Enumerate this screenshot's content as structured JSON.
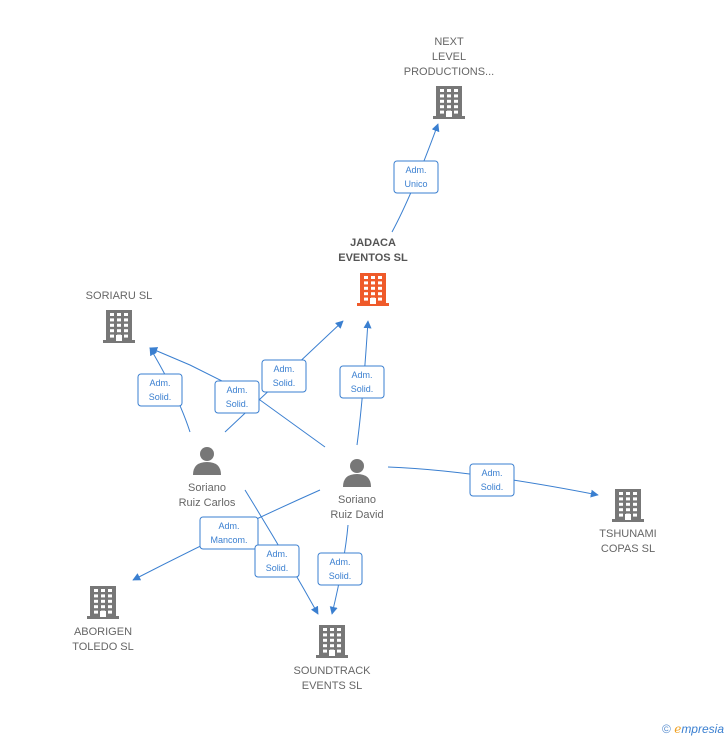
{
  "colors": {
    "edge": "#3a7fd0",
    "company": "#777777",
    "company_main": "#ef5a2a",
    "person": "#777777"
  },
  "nodes": [
    {
      "id": "next",
      "type": "company",
      "label": [
        "NEXT",
        "LEVEL",
        "PRODUCTIONS..."
      ]
    },
    {
      "id": "jadaca",
      "type": "company-main",
      "label": [
        "JADACA",
        "EVENTOS  SL"
      ]
    },
    {
      "id": "soriaru",
      "type": "company",
      "label": [
        "SORIARU SL"
      ]
    },
    {
      "id": "carlos",
      "type": "person",
      "label": [
        "Soriano",
        "Ruiz Carlos"
      ]
    },
    {
      "id": "david",
      "type": "person",
      "label": [
        "Soriano",
        "Ruiz David"
      ]
    },
    {
      "id": "tshunami",
      "type": "company",
      "label": [
        "TSHUNAMI",
        "COPAS SL"
      ]
    },
    {
      "id": "aborigen",
      "type": "company",
      "label": [
        "ABORIGEN",
        "TOLEDO SL"
      ]
    },
    {
      "id": "soundtrack",
      "type": "company",
      "label": [
        "SOUNDTRACK",
        "EVENTS  SL"
      ]
    }
  ],
  "edges": [
    {
      "from": "jadaca",
      "to": "next",
      "label": [
        "Adm.",
        "Unico"
      ]
    },
    {
      "from": "carlos",
      "to": "soriaru",
      "label": [
        "Adm.",
        "Solid."
      ]
    },
    {
      "from": "david",
      "to": "soriaru",
      "label": [
        "Adm.",
        "Solid."
      ]
    },
    {
      "from": "carlos",
      "to": "jadaca",
      "label": [
        "Adm.",
        "Solid."
      ]
    },
    {
      "from": "david",
      "to": "jadaca",
      "label": [
        "Adm.",
        "Solid."
      ]
    },
    {
      "from": "david",
      "to": "tshunami",
      "label": [
        "Adm.",
        "Solid."
      ]
    },
    {
      "from": "david",
      "to": "aborigen",
      "label": [
        "Adm.",
        "Mancom."
      ]
    },
    {
      "from": "carlos",
      "to": "soundtrack",
      "label": [
        "Adm.",
        "Solid."
      ]
    },
    {
      "from": "david",
      "to": "soundtrack",
      "label": [
        "Adm.",
        "Solid."
      ]
    }
  ],
  "watermark": {
    "copyright": "©",
    "brand_initial": "e",
    "brand_rest": "mpresia"
  }
}
